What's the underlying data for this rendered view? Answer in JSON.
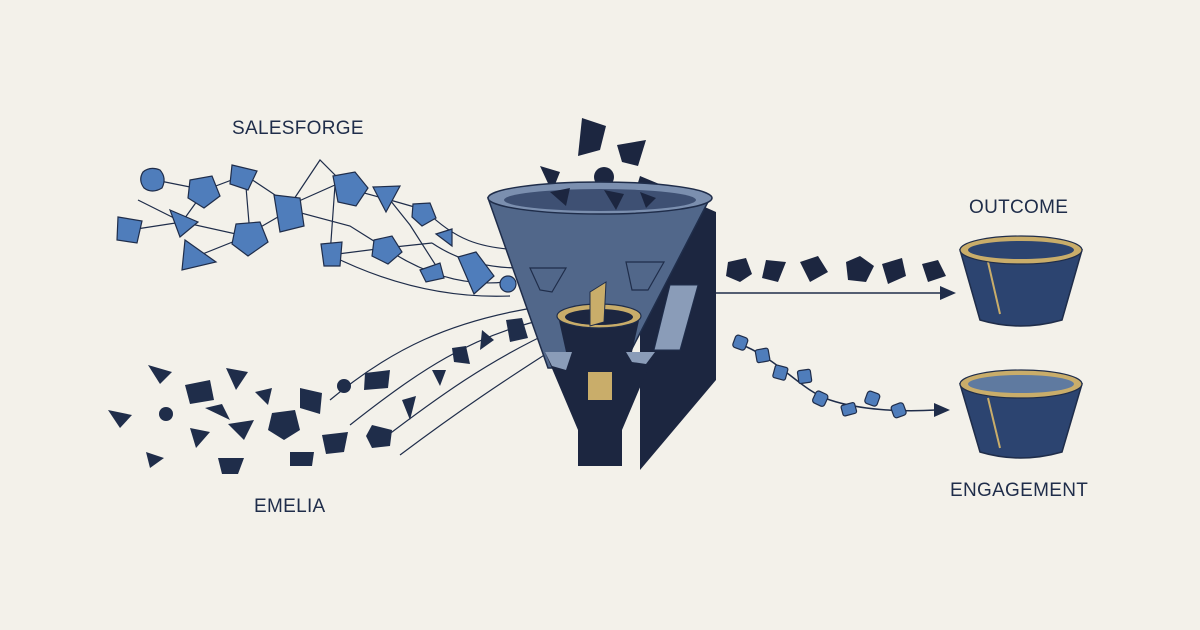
{
  "labels": {
    "salesforge": "SALESFORGE",
    "emelia": "EMELIA",
    "outcome": "OUTCOME",
    "engagement": "ENGAGEMENT"
  },
  "colors": {
    "background": "#f3f1ea",
    "blue_shape": "#4f7dbb",
    "navy_shape": "#1f2d4a",
    "funnel_body": "#51678a",
    "funnel_dark": "#1c2640",
    "gold": "#c9ad6a",
    "line": "#1f2d4a",
    "text": "#1f2d4a"
  },
  "icons": {
    "funnel": "funnel-icon",
    "bucket": "bucket-icon"
  }
}
